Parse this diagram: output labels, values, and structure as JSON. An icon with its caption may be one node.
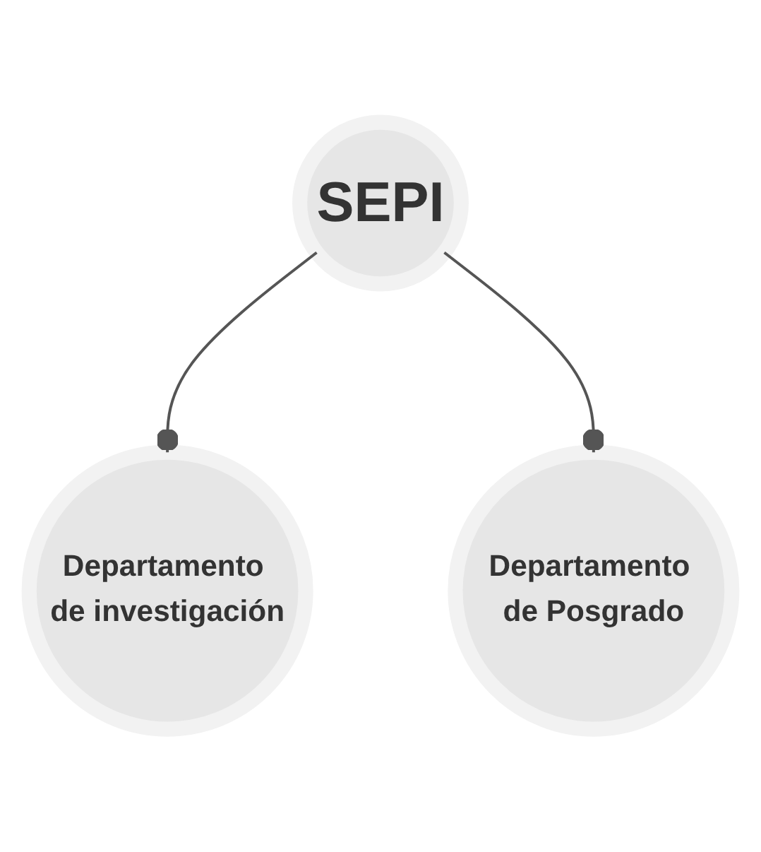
{
  "diagram": {
    "nodes": [
      {
        "text": [
          "SEPI"
        ]
      },
      {
        "text": [
          "Departamento de investigación"
        ]
      },
      {
        "text": [
          "Departamento de Posgrado"
        ]
      }
    ],
    "edges": [
      {
        "from": 0,
        "to": 1,
        "arrow": "other"
      },
      {
        "from": 0,
        "to": 2,
        "arrow": "other"
      }
    ]
  }
}
